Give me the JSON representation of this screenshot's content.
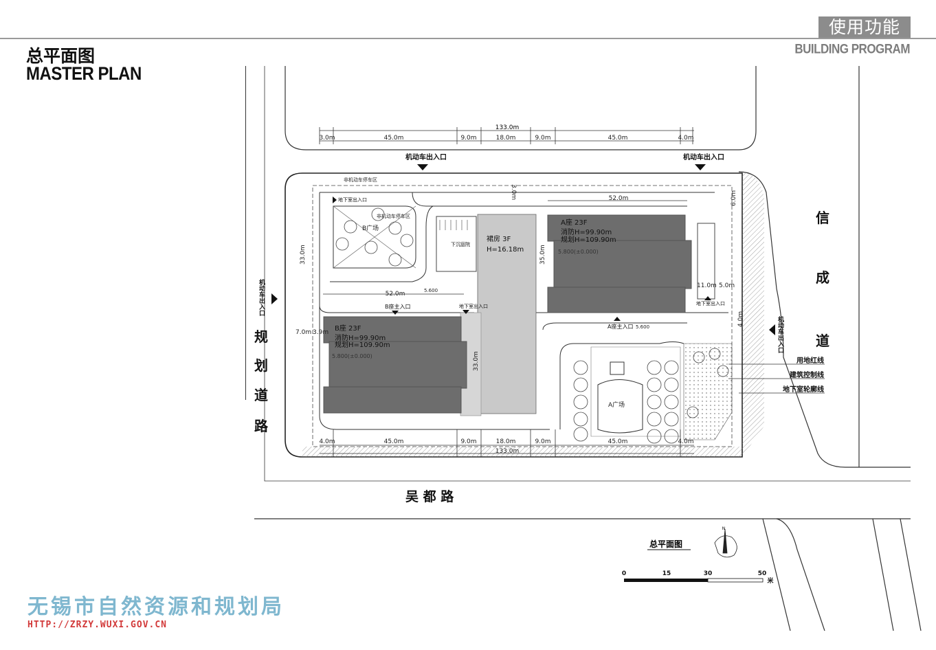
{
  "header": {
    "section_cn": "使用功能",
    "section_en": "BUILDING PROGRAM",
    "title_cn": "总平面图",
    "title_en": "MASTER PLAN"
  },
  "roads": {
    "west": [
      "规",
      "划",
      "道",
      "路"
    ],
    "east": [
      "信",
      "成",
      "道"
    ],
    "south": "吴  都  路"
  },
  "entrances": {
    "vehicle_top_left": "机动车出入口",
    "vehicle_top_right": "机动车出入口",
    "vehicle_west": "机动车出入口",
    "vehicle_east": "机动车出入口",
    "b_main": "B座主入口",
    "a_main": "A座主入口",
    "basement_1": "地下室出入口",
    "basement_2": "地下室出入口",
    "basement_3": "地下室出入口"
  },
  "labels": {
    "bike_parking_top": "非机动车停车区",
    "bike_parking_b": "非机动车停车区",
    "plaza_b": "B广场",
    "plaza_a": "A广场",
    "ramp": "下沉庭院"
  },
  "buildings": {
    "a_name": "A座  23F",
    "a_fire": "消防H=99.90m",
    "a_plan": "规划H=109.90m",
    "a_level": "5.800(±0.000)",
    "b_name": "B座  23F",
    "b_fire": "消防H=99.90m",
    "b_plan": "规划H=109.90m",
    "b_level": "5.800(±0.000)",
    "podium_name": "裙房  3F",
    "podium_h": "H=16.18m"
  },
  "dims": {
    "total": "133.0m",
    "top": [
      "3.0m",
      "45.0m",
      "9.0m",
      "18.0m",
      "9.0m",
      "45.0m",
      "4.0m"
    ],
    "bottom": [
      "4.0m",
      "45.0m",
      "9.0m",
      "18.0m",
      "9.0m",
      "45.0m",
      "4.0m"
    ],
    "bottom_total": "133.0m",
    "a_width": "52.0m",
    "b_width": "52.0m",
    "d_35": "35.0m",
    "d_33a": "33.0m",
    "d_33b": "33.0m",
    "d_11": "11.0m",
    "d_5": "5.0m",
    "d_7": "7.0m",
    "d_39": "3.9m",
    "d_3": "3.0m",
    "d_4": "4.0m",
    "d_6": "6.0m"
  },
  "levels": {
    "l1": "5.600",
    "l2": "5.600"
  },
  "legend": {
    "red_line": "用地红线",
    "building_line": "建筑控制线",
    "basement_line": "地下室轮廓线"
  },
  "scale": {
    "title": "总平面图",
    "ticks": [
      "0",
      "15",
      "30",
      "50"
    ],
    "unit": "米",
    "north": "N"
  },
  "watermark": {
    "org": "无锡市自然资源和规划局",
    "url": "HTTP://ZRZY.WUXI.GOV.CN"
  }
}
